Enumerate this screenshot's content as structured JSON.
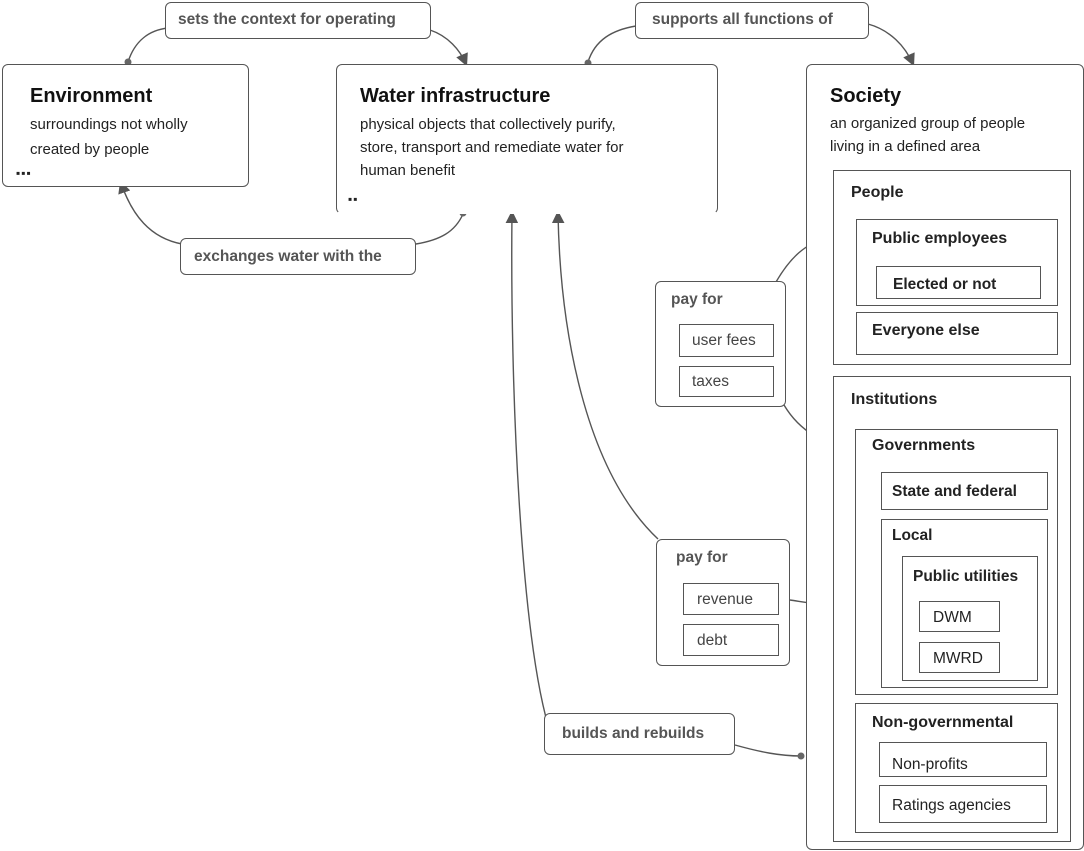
{
  "environment": {
    "title": "Environment",
    "description_lines": [
      "surroundings not wholly",
      "created by people"
    ],
    "ellipsis": "▪▪▪"
  },
  "water_infrastructure": {
    "title": "Water infrastructure",
    "description_lines": [
      "physical objects that collectively purify,",
      "store, transport and remediate water for",
      "human benefit"
    ],
    "ellipsis": "▪▪"
  },
  "society": {
    "title": "Society",
    "description_lines": [
      "an organized group of people",
      "living in a defined area"
    ],
    "people": {
      "label": "People",
      "public_employees": "Public employees",
      "elected_or_not": "Elected or not",
      "everyone_else": "Everyone else"
    },
    "institutions": {
      "label": "Institutions",
      "governments": "Governments",
      "state_and_federal": "State and federal",
      "local": "Local",
      "public_utilities": "Public utilities",
      "dwm": "DWM",
      "mwrd": "MWRD",
      "non_governmental": "Non-governmental",
      "non_profits": "Non-profits",
      "ratings_agencies": "Ratings agencies"
    }
  },
  "relations": {
    "sets_context": "sets the context for operating",
    "supports_all": "supports all functions of",
    "exchanges_water": "exchanges water with the",
    "builds_and_rebuilds": "builds and rebuilds"
  },
  "pay_for_people": {
    "label": "pay for",
    "items": [
      "user fees",
      "taxes"
    ]
  },
  "pay_for_utilities": {
    "label": "pay for",
    "items": [
      "revenue",
      "debt"
    ]
  }
}
